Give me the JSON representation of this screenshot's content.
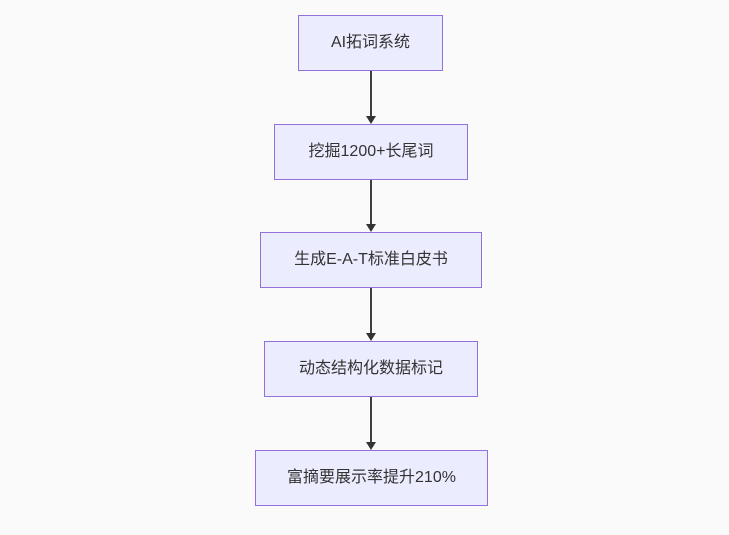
{
  "flowchart": {
    "type": "flowchart",
    "direction": "top-down",
    "nodes": [
      {
        "id": "A",
        "label": "AI拓词系统"
      },
      {
        "id": "B",
        "label": "挖掘1200+长尾词"
      },
      {
        "id": "C",
        "label": "生成E-A-T标准白皮书"
      },
      {
        "id": "D",
        "label": "动态结构化数据标记"
      },
      {
        "id": "E",
        "label": "富摘要展示率提升210%"
      }
    ],
    "edges": [
      {
        "from": "A",
        "to": "B"
      },
      {
        "from": "B",
        "to": "C"
      },
      {
        "from": "C",
        "to": "D"
      },
      {
        "from": "D",
        "to": "E"
      }
    ],
    "colors": {
      "background": "#fafafa",
      "node_fill": "#ececff",
      "node_border": "#9370db",
      "text": "#333333",
      "arrow": "#333333"
    }
  }
}
